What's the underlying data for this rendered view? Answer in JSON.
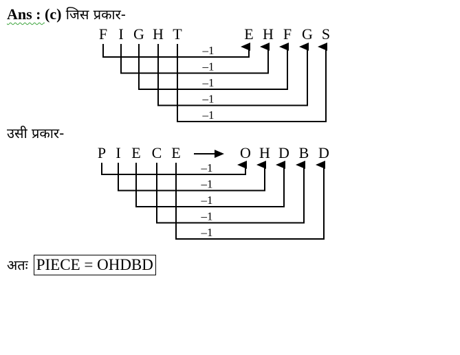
{
  "heading": {
    "prefix": "Ans : ",
    "option": "(c)",
    "text": " जिस प्रकार-"
  },
  "example1": {
    "source": [
      "F",
      "I",
      "G",
      "H",
      "T"
    ],
    "target": [
      "E",
      "H",
      "F",
      "G",
      "S"
    ],
    "labels": [
      "–1",
      "–1",
      "–1",
      "–1",
      "–1"
    ],
    "mapping": [
      0,
      1,
      2,
      3,
      4
    ],
    "show_arrow": false
  },
  "subheading": "उसी प्रकार-",
  "example2": {
    "source": [
      "P",
      "I",
      "E",
      "C",
      "E"
    ],
    "target": [
      "O",
      "H",
      "D",
      "B",
      "D"
    ],
    "labels": [
      "–1",
      "–1",
      "–1",
      "–1",
      "–1"
    ],
    "mapping": [
      0,
      1,
      2,
      3,
      4
    ],
    "show_arrow": true
  },
  "conclusion": {
    "prefix": "अतः",
    "answer": "PIECE = OHDBD"
  }
}
